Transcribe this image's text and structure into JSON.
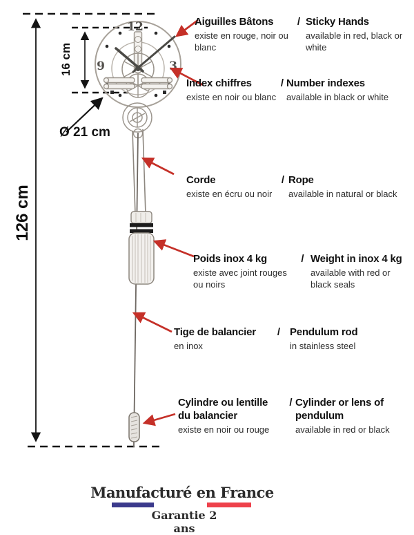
{
  "diagram": {
    "measurements": {
      "total_height": "126 cm",
      "dial_section_height": "16 cm",
      "diameter": "Ø 21 cm"
    },
    "clock_face": {
      "numerals": {
        "twelve": "12",
        "three": "3",
        "nine": "9"
      }
    },
    "parts": [
      {
        "separator": "/",
        "fr_title": "Aiguilles Bâtons",
        "en_title": "Sticky Hands",
        "fr_desc": "existe en rouge, noir ou blanc",
        "en_desc": "available in red, black or white"
      },
      {
        "separator": "/",
        "fr_title": "Index chiffres",
        "en_title": "Number indexes",
        "fr_desc": "existe en noir ou blanc",
        "en_desc": "available in black or white"
      },
      {
        "separator": "/",
        "fr_title": "Corde",
        "en_title": "Rope",
        "fr_desc": "existe en écru ou  noir",
        "en_desc": "available in natural or black"
      },
      {
        "separator": "/",
        "fr_title": "Poids inox 4 kg",
        "en_title": "Weight in inox 4 kg",
        "fr_desc": "existe avec joint rouges ou noirs",
        "en_desc": "available with red or black seals"
      },
      {
        "separator": "/",
        "fr_title": "Tige de balancier",
        "en_title": "Pendulum rod",
        "fr_desc": "en inox",
        "en_desc": "in stainless steel"
      },
      {
        "separator": "/",
        "fr_title": "Cylindre ou lentille du balancier",
        "en_title": "Cylinder or lens of pendulum",
        "fr_desc": "existe en noir ou rouge",
        "en_desc": "available in red or black"
      }
    ],
    "colors": {
      "pointer_red": "#c53028",
      "line_black": "#141414",
      "flag_blue": "#3b3a8c",
      "flag_red": "#ee414b"
    },
    "footer": {
      "made_in": "Manufacturé en France",
      "warranty": "Garantie 2 ans"
    }
  }
}
